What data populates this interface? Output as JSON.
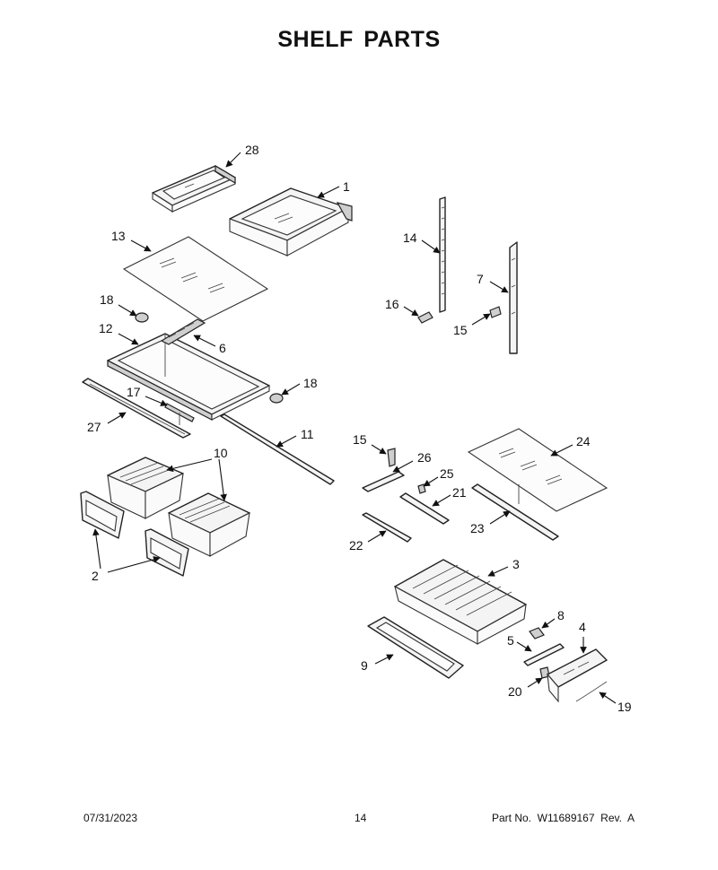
{
  "page": {
    "title": "SHELF PARTS",
    "footer": {
      "date": "07/31/2023",
      "page_number": "14",
      "part_info": "Part No.  W11689167  Rev.  A"
    }
  },
  "callouts": {
    "c1": "1",
    "c2": "2",
    "c3": "3",
    "c4": "4",
    "c5": "5",
    "c6": "6",
    "c7": "7",
    "c8": "8",
    "c9": "9",
    "c10": "10",
    "c11": "11",
    "c12": "12",
    "c13": "13",
    "c14": "14",
    "c15a": "15",
    "c15b": "15",
    "c16": "16",
    "c17": "17",
    "c18a": "18",
    "c18b": "18",
    "c19": "19",
    "c20": "20",
    "c21": "21",
    "c22": "22",
    "c23": "23",
    "c24": "24",
    "c25": "25",
    "c26": "26",
    "c27": "27",
    "c28": "28"
  },
  "colors": {
    "ink": "#111111",
    "part_fill": "#f4f4f4",
    "background": "#ffffff"
  }
}
